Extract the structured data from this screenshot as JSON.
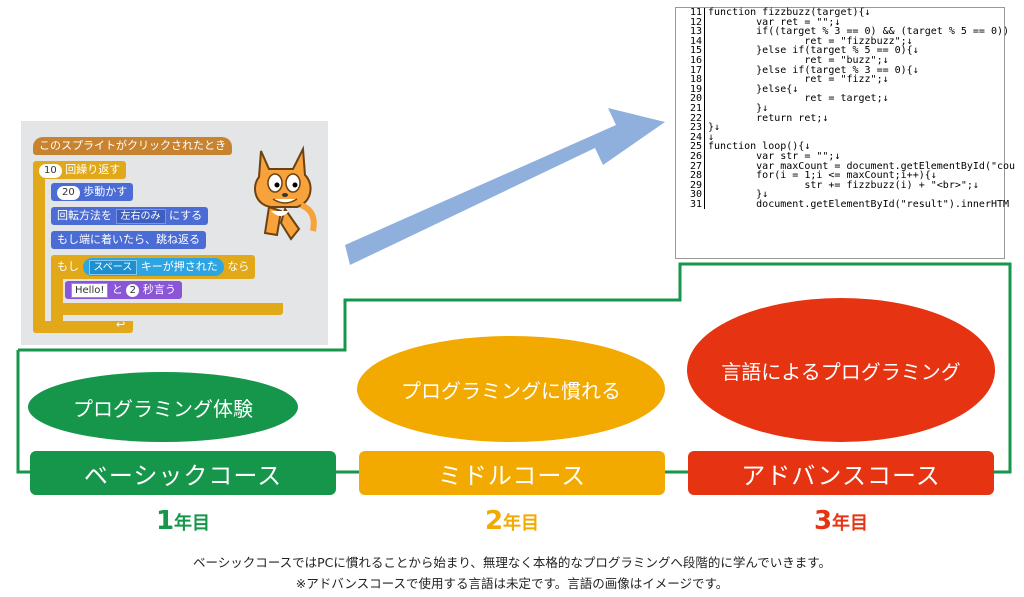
{
  "scratch": {
    "hat": "このスプライトがクリックされたとき",
    "repeat_count": "10",
    "repeat_label": "回繰り返す",
    "move_steps": "20",
    "move_label": "歩動かす",
    "rotation_prefix": "回転方法を",
    "rotation_value": "左右のみ",
    "rotation_suffix": "にする",
    "bounce": "もし端に着いたら、跳ね返る",
    "if_label": "もし",
    "key_value": "スペース",
    "key_label": "キーが押された",
    "then_label": "なら",
    "say_text": "Hello!",
    "say_to": "と",
    "say_secs": "2",
    "say_label": "秒言う",
    "end_arrow": "↩"
  },
  "code_lines": [
    {
      "n": "11",
      "t": "function fizzbuzz(target){↓"
    },
    {
      "n": "12",
      "t": "        var ret = \"\";↓"
    },
    {
      "n": "13",
      "t": "        if((target % 3 == 0) && (target % 5 == 0))"
    },
    {
      "n": "14",
      "t": "                ret = \"fizzbuzz\";↓"
    },
    {
      "n": "15",
      "t": "        }else if(target % 5 == 0){↓"
    },
    {
      "n": "16",
      "t": "                ret = \"buzz\";↓"
    },
    {
      "n": "17",
      "t": "        }else if(target % 3 == 0){↓"
    },
    {
      "n": "18",
      "t": "                ret = \"fizz\";↓"
    },
    {
      "n": "19",
      "t": "        }else{↓"
    },
    {
      "n": "20",
      "t": "                ret = target;↓"
    },
    {
      "n": "21",
      "t": "        }↓"
    },
    {
      "n": "22",
      "t": "        return ret;↓"
    },
    {
      "n": "23",
      "t": "}↓"
    },
    {
      "n": "24",
      "t": "↓"
    },
    {
      "n": "25",
      "t": "function loop(){↓"
    },
    {
      "n": "26",
      "t": "        var str = \"\";↓"
    },
    {
      "n": "27",
      "t": "        var maxCount = document.getElementById(\"cou"
    },
    {
      "n": "28",
      "t": "        for(i = 1;i <= maxCount;i++){↓"
    },
    {
      "n": "29",
      "t": "                str += fizzbuzz(i) + \"<br>\";↓"
    },
    {
      "n": "30",
      "t": "        }↓"
    },
    {
      "n": "31",
      "t": "        document.getElementById(\"result\").innerHTM"
    }
  ],
  "stages": [
    {
      "experience": "プログラミング体験",
      "course": "ベーシックコース",
      "year_num": "1",
      "year_unit": "年目",
      "color": "#15964a"
    },
    {
      "experience": "プログラミングに慣れる",
      "course": "ミドルコース",
      "year_num": "2",
      "year_unit": "年目",
      "color": "#f2a900"
    },
    {
      "experience": "言語によるプログラミング",
      "course": "アドバンスコース",
      "year_num": "3",
      "year_unit": "年目",
      "color": "#e63312"
    }
  ],
  "colors": {
    "arrow": "#8fb0dc",
    "line": "#15964a"
  },
  "notes": {
    "line1": "ベーシックコースではPCに慣れることから始まり、無理なく本格的なプログラミングへ段階的に学んでいきます。",
    "line2": "※アドバンスコースで使用する言語は未定です。言語の画像はイメージです。"
  }
}
